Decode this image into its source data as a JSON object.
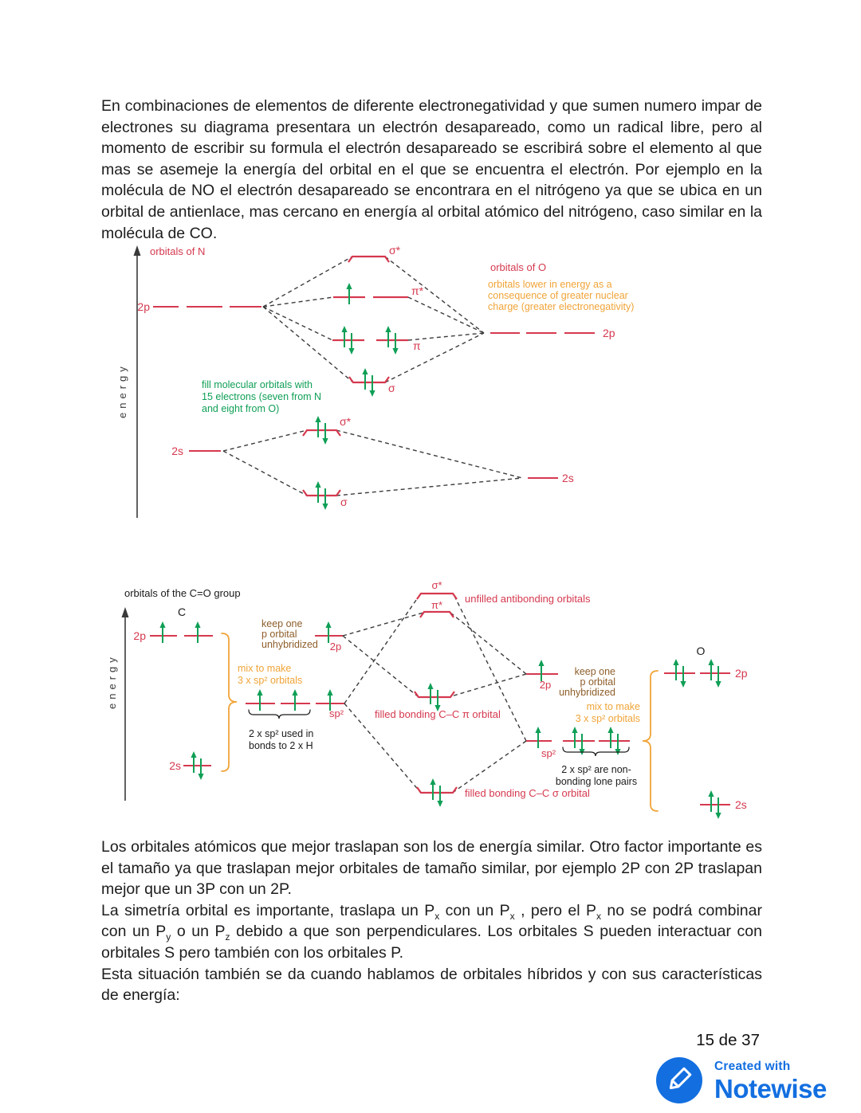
{
  "document": {
    "paragraph1": "En combinaciones de elementos de diferente electronegatividad y que sumen numero impar de electrones su diagrama presentara un electrón desapareado, como un radical libre, pero al momento de escribir su formula el electrón desapareado se escribirá sobre el elemento al que mas se asemeje la energía del orbital en el que se encuentra el electrón. Por ejemplo en la molécula de NO el electrón desapareado se encontrara en el nitrógeno ya que se ubica en un orbital de antienlace, mas cercano en energía al orbital atómico del nitrógeno, caso similar en la molécula de  CO.",
    "paragraph2": "Los orbitales atómicos que mejor traslapan son los de energía similar. Otro factor importante es el tamaño ya que traslapan mejor orbitales de tamaño similar, por ejemplo 2P con 2P traslapan mejor que un 3P con un 2P.",
    "paragraph3_segments": [
      {
        "t": "La simetría orbital es importante, traslapa un P"
      },
      {
        "sub": "x"
      },
      {
        "t": " con un P"
      },
      {
        "sub": "x"
      },
      {
        "t": " , pero el P"
      },
      {
        "sub": "x"
      },
      {
        "t": " no se podrá combinar con un P"
      },
      {
        "sub": "y"
      },
      {
        "t": " o un P"
      },
      {
        "sub": "z"
      },
      {
        "t": " debido a que son perpendiculares. Los orbitales S pueden interactuar con orbitales S pero también con los orbitales P."
      }
    ],
    "paragraph4": "Esta situación también se da cuando hablamos de orbitales híbridos y con sus características de energía:"
  },
  "diagram1": {
    "energy_label": "energy",
    "orbitals_of_n": "orbitals of N",
    "orbitals_of_o": "orbitals of O",
    "o_note_lines": [
      "orbitals lower in energy as a",
      "consequence of greater nuclear",
      "charge (greater electronegativity)"
    ],
    "fill_note_lines": [
      "fill molecular orbitals with",
      "15 electrons (seven from N",
      "and eight from O)"
    ],
    "n_2p": "2p",
    "o_2p": "2p",
    "n_2s": "2s",
    "o_2s": "2s",
    "sigma_star_2p": "σ*",
    "pi_star": "π*",
    "pi": "π",
    "sigma_2p": "σ",
    "sigma_star_2s": "σ*",
    "sigma_2s": "σ"
  },
  "diagram2": {
    "title": "orbitals of the C=O group",
    "energy_label": "energy",
    "c_label": "C",
    "o_label": "O",
    "c_2p": "2p",
    "c_2s": "2s",
    "keep_one_c_lines": [
      "keep one",
      "p orbital",
      "unhybridized"
    ],
    "mix_c_lines": [
      "mix to make",
      "3 x sp² orbitals"
    ],
    "p_2p_c": "2p",
    "sp2_c": "sp²",
    "used_in_bonds_lines": [
      "2 x sp² used in",
      "bonds to 2 x H"
    ],
    "sigma_star": "σ*",
    "pi_star": "π*",
    "unfilled_label": "unfilled antibonding orbitals",
    "pi_caption": "filled bonding C–C π orbital",
    "sigma_caption": "filled bonding C–C σ orbital",
    "keep_one_o_lines": [
      "keep one",
      "p orbital",
      "unhybridized"
    ],
    "mix_o_lines": [
      "mix to make",
      "3 x sp² orbitals"
    ],
    "p_2p_o": "2p",
    "sp2_o": "sp²",
    "lone_pairs_lines": [
      "2 x sp² are non-",
      "bonding lone pairs"
    ],
    "o_2p": "2p",
    "o_2s": "2s"
  },
  "footer": {
    "page_number": "15 de 37",
    "created_with": "Created with",
    "brand": "Notewise"
  },
  "colors": {
    "diagram_red": "#d5394f",
    "electron_green": "#0f9f56",
    "note_orange": "#f0a438",
    "note_brown": "#8e5e2a",
    "logo_blue": "#136fe0",
    "ink": "#1d1d1f"
  }
}
